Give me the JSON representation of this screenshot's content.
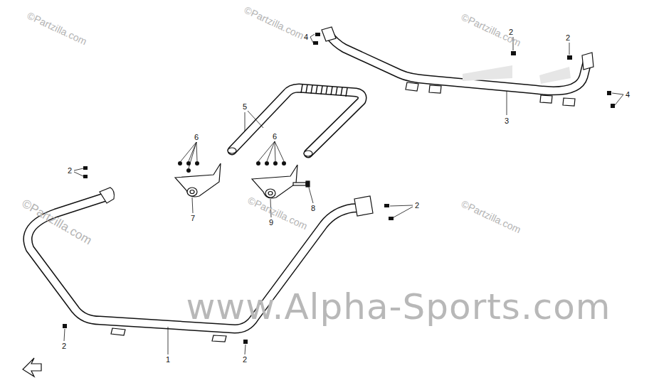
{
  "diagram": {
    "labels": [
      "4",
      "2",
      "2",
      "4",
      "3",
      "5",
      "6",
      "6",
      "2",
      "7",
      "8",
      "9",
      "2",
      "2",
      "1",
      "2",
      "©Partzilla.com",
      "©Partzilla.com",
      "©Partzilla.com",
      "©Partzilla.com",
      "©Partzilla.com",
      "©Partzilla.com",
      "www.Alpha-Sports.com"
    ]
  }
}
